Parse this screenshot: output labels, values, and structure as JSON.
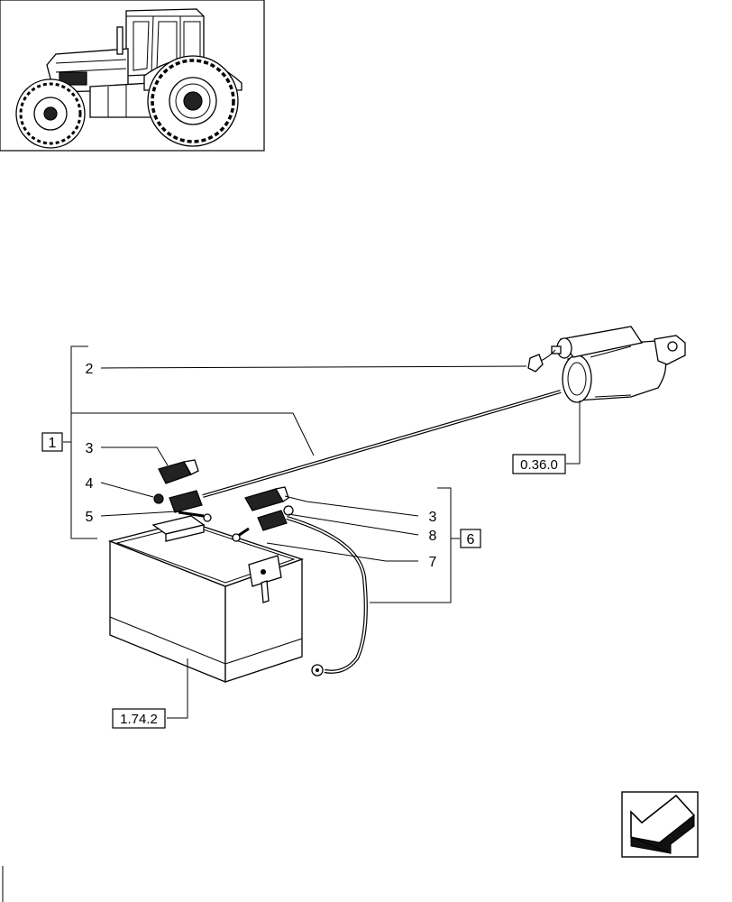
{
  "callouts": {
    "c2": "2",
    "c3_left": "3",
    "c4": "4",
    "c5": "5",
    "c3_right": "3",
    "c8": "8",
    "c7": "7"
  },
  "group_labels": {
    "kit_1": "1",
    "kit_6": "6"
  },
  "references": {
    "starter": "0.36.0",
    "battery": "1.74.2"
  },
  "icons": {
    "tractor": "tractor-thumbnail-icon",
    "navigation": "previous-page-arrow-icon"
  }
}
